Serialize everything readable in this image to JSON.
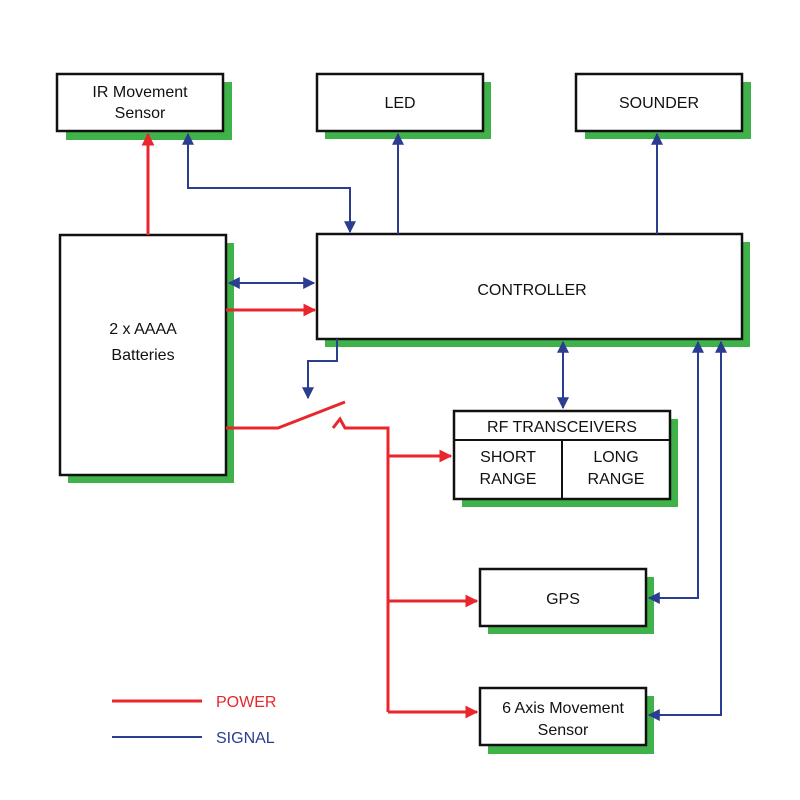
{
  "colors": {
    "power": "#e8262b",
    "signal": "#2b3d8f",
    "shadow": "#3fb24a",
    "box_border": "#111111"
  },
  "blocks": {
    "ir_sensor": {
      "line1": "IR Movement",
      "line2": "Sensor"
    },
    "led": {
      "label": "LED"
    },
    "sounder": {
      "label": "SOUNDER"
    },
    "controller": {
      "label": "CONTROLLER"
    },
    "batteries": {
      "line1": "2 x AAAA",
      "line2": "Batteries"
    },
    "rf": {
      "title": "RF TRANSCEIVERS",
      "short_1": "SHORT",
      "short_2": "RANGE",
      "long_1": "LONG",
      "long_2": "RANGE"
    },
    "gps": {
      "label": "GPS"
    },
    "axis6": {
      "line1": "6 Axis Movement",
      "line2": "Sensor"
    }
  },
  "legend": {
    "power": "POWER",
    "signal": "SIGNAL"
  }
}
